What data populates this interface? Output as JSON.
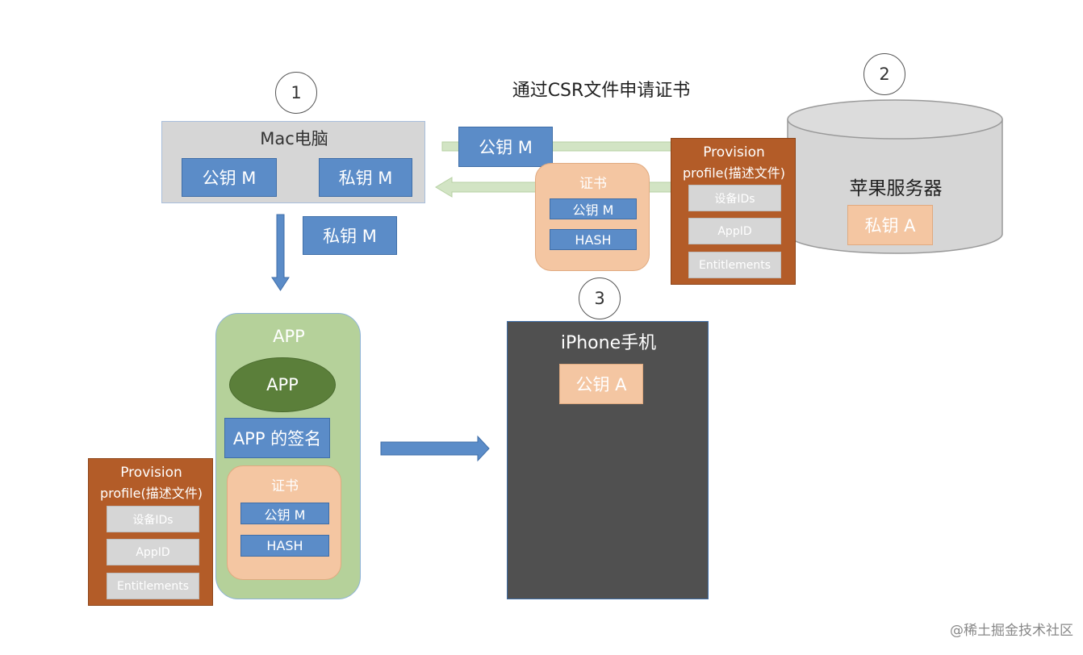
{
  "title": "通过CSR文件申请证书",
  "steps": [
    "1",
    "2",
    "3"
  ],
  "mac": {
    "label": "Mac电脑",
    "public_key": "公钥 M",
    "private_key": "私钥 M"
  },
  "private_key_out": "私钥 M",
  "csr_public_key": "公钥 M",
  "certificate_top": {
    "label": "证书",
    "public_key": "公钥 M",
    "hash": "HASH"
  },
  "provision_top": {
    "label_line1": "Provision",
    "label_line2": "profile(描述文件)",
    "items": [
      "设备IDs",
      "AppID",
      "Entitlements"
    ]
  },
  "apple_server": {
    "label": "苹果服务器",
    "private_key": "私钥 A"
  },
  "app": {
    "label": "APP",
    "inner": "APP",
    "signature": "APP 的签名",
    "certificate": {
      "label": "证书",
      "public_key": "公钥 M",
      "hash": "HASH"
    }
  },
  "provision_bottom": {
    "label_line1": "Provision",
    "label_line2": "profile(描述文件)",
    "items": [
      "设备IDs",
      "AppID",
      "Entitlements"
    ]
  },
  "iphone": {
    "label": "iPhone手机",
    "public_key": "公钥 A"
  },
  "watermark": "@稀土掘金技术社区",
  "colors": {
    "blue_box": "#5b8cc8",
    "peach_box": "#f4c6a2",
    "brown_box": "#b35c28",
    "green_app": "#b5d19a",
    "dark_green": "#5b7f3a",
    "iphone_bg": "#505050",
    "mac_bg": "#d6d6d6",
    "arrow_green": "#d2e4c4",
    "arrow_blue": "#5b8cc8"
  }
}
